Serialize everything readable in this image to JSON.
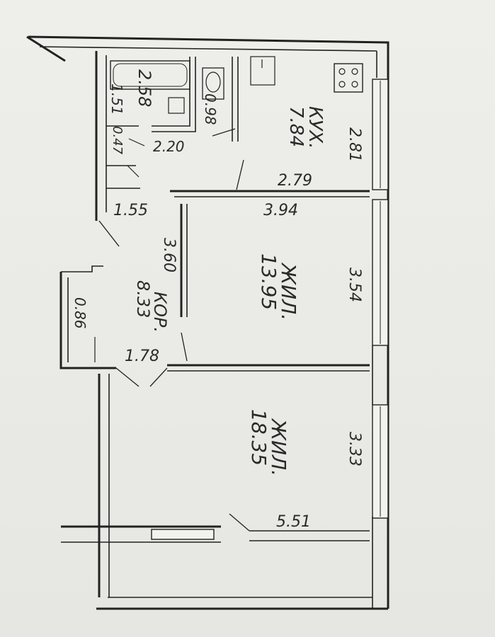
{
  "plan": {
    "kitchen": {
      "name": "КУХ.",
      "area": "7.84"
    },
    "living_room_1": {
      "name": "ЖИЛ.",
      "area": "13.95"
    },
    "living_room_2": {
      "name": "ЖИЛ.",
      "area": "18.35"
    },
    "corridor": {
      "name": "КОР.",
      "area": "8.33"
    },
    "bathroom": {
      "area": "2.58"
    },
    "toilet": {
      "area": "0.98"
    },
    "closet_small": {
      "area": "0.47"
    },
    "closet_corridor": {
      "area": "0.86"
    }
  },
  "dimensions": {
    "kitchen_side": "2.81",
    "kitchen_width": "2.79",
    "living1_width": "3.94",
    "living1_side": "3.54",
    "living2_side": "3.33",
    "living2_width": "5.51",
    "corridor_len": "3.60",
    "corridor_width": "1.78",
    "bath_side": "1.51",
    "bath_width": "2.20",
    "hall_width": "1.55"
  }
}
